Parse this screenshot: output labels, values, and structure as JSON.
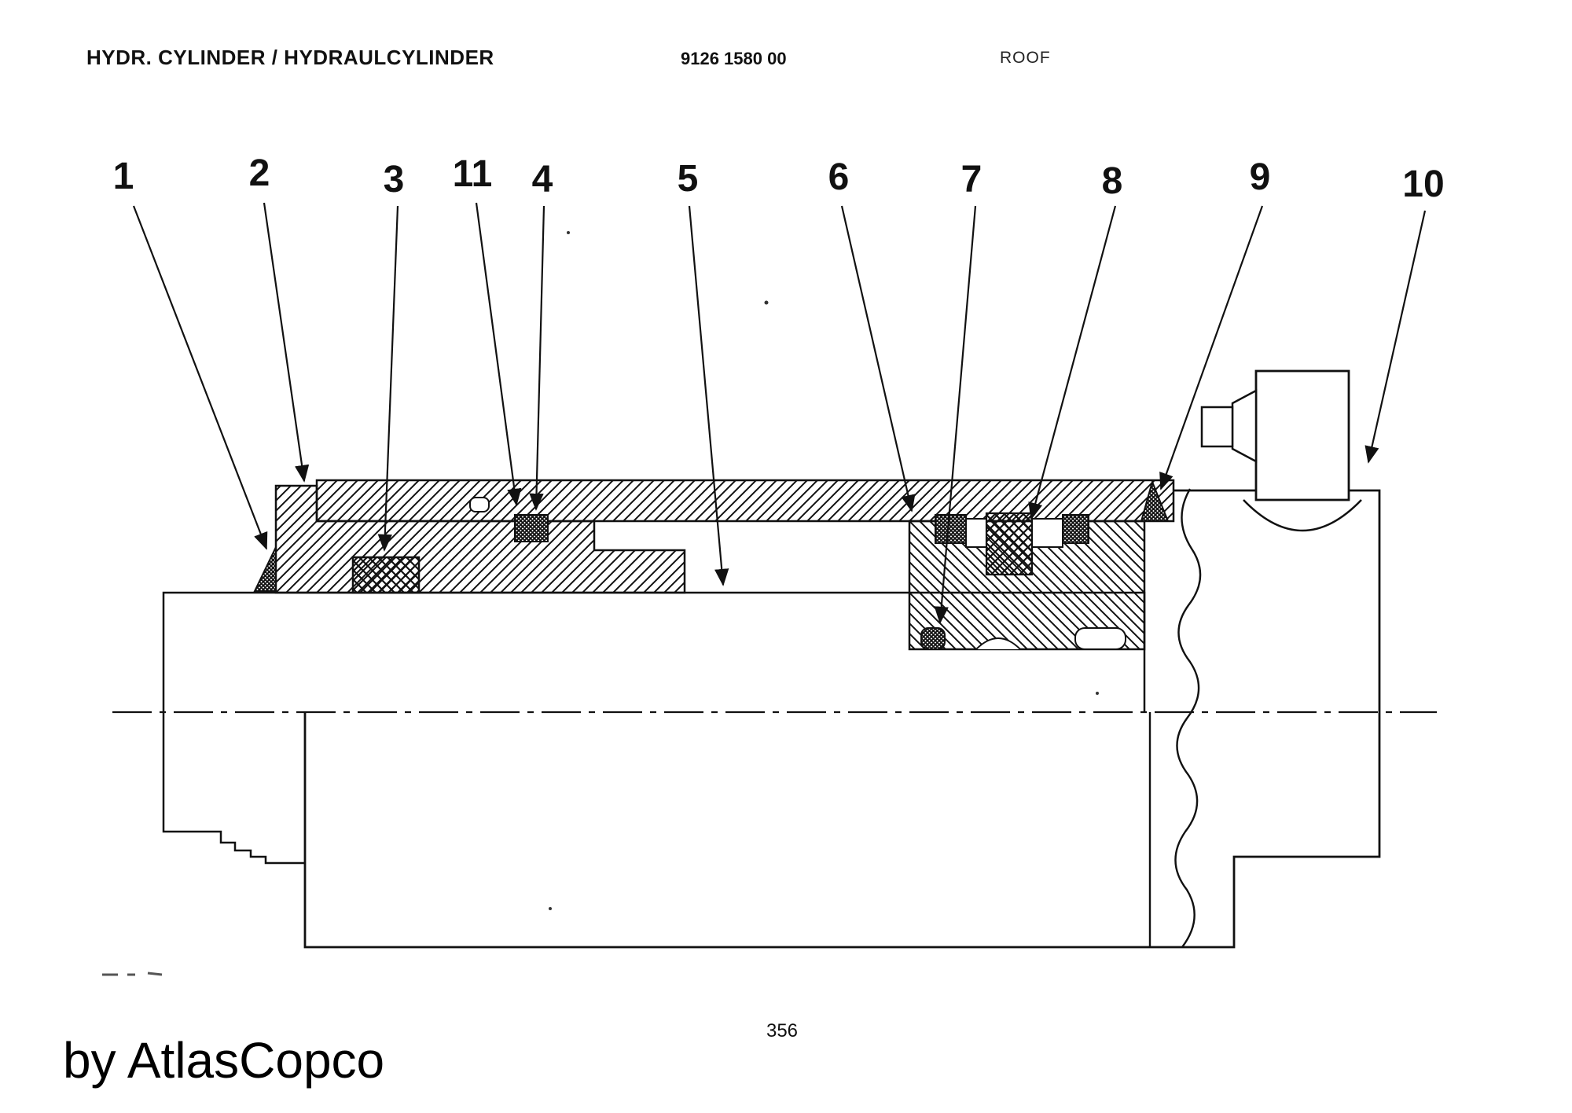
{
  "header": {
    "title": "HYDR. CYLINDER / HYDRAULCYLINDER",
    "part_number": "9126 1580 00",
    "location": "ROOF"
  },
  "diagram": {
    "callouts": [
      {
        "label": "1"
      },
      {
        "label": "2"
      },
      {
        "label": "3"
      },
      {
        "label": "11"
      },
      {
        "label": "4"
      },
      {
        "label": "5"
      },
      {
        "label": "6"
      },
      {
        "label": "7"
      },
      {
        "label": "8"
      },
      {
        "label": "9"
      },
      {
        "label": "10"
      }
    ]
  },
  "footer": {
    "page_number": "356",
    "byline": "by AtlasCopco"
  },
  "colors": {
    "ink": "#111111",
    "paper": "#ffffff"
  }
}
